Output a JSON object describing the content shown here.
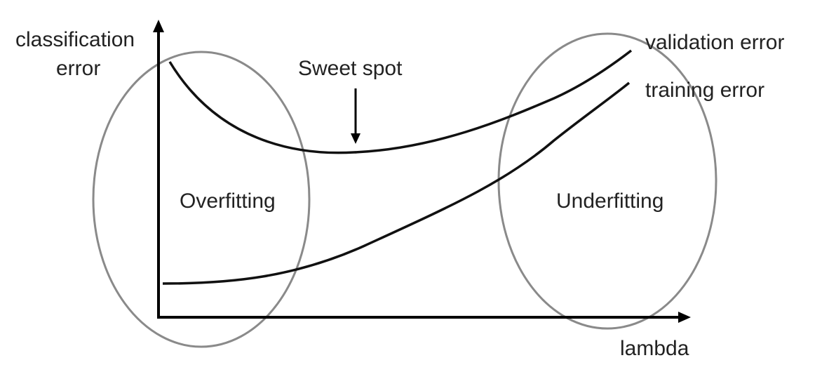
{
  "axes": {
    "y_label_line1": "classification",
    "y_label_line2": "error",
    "x_label": "lambda"
  },
  "curves": {
    "validation_label": "validation error",
    "training_label": "training error"
  },
  "annotations": {
    "sweet_spot": "Sweet spot"
  },
  "regions": {
    "overfitting": "Overfitting",
    "underfitting": "Underfitting"
  },
  "colors": {
    "curve": "#111111",
    "axis": "#000000",
    "region_outline": "#8a8a8a",
    "text": "#222222"
  }
}
